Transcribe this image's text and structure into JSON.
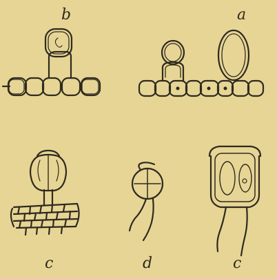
{
  "labels": {
    "b": "b",
    "a": "a",
    "c_left": "c",
    "d": "d",
    "c_right": "c"
  },
  "colors": {
    "background": "#e7d595",
    "ink": "#2e2a1f"
  }
}
